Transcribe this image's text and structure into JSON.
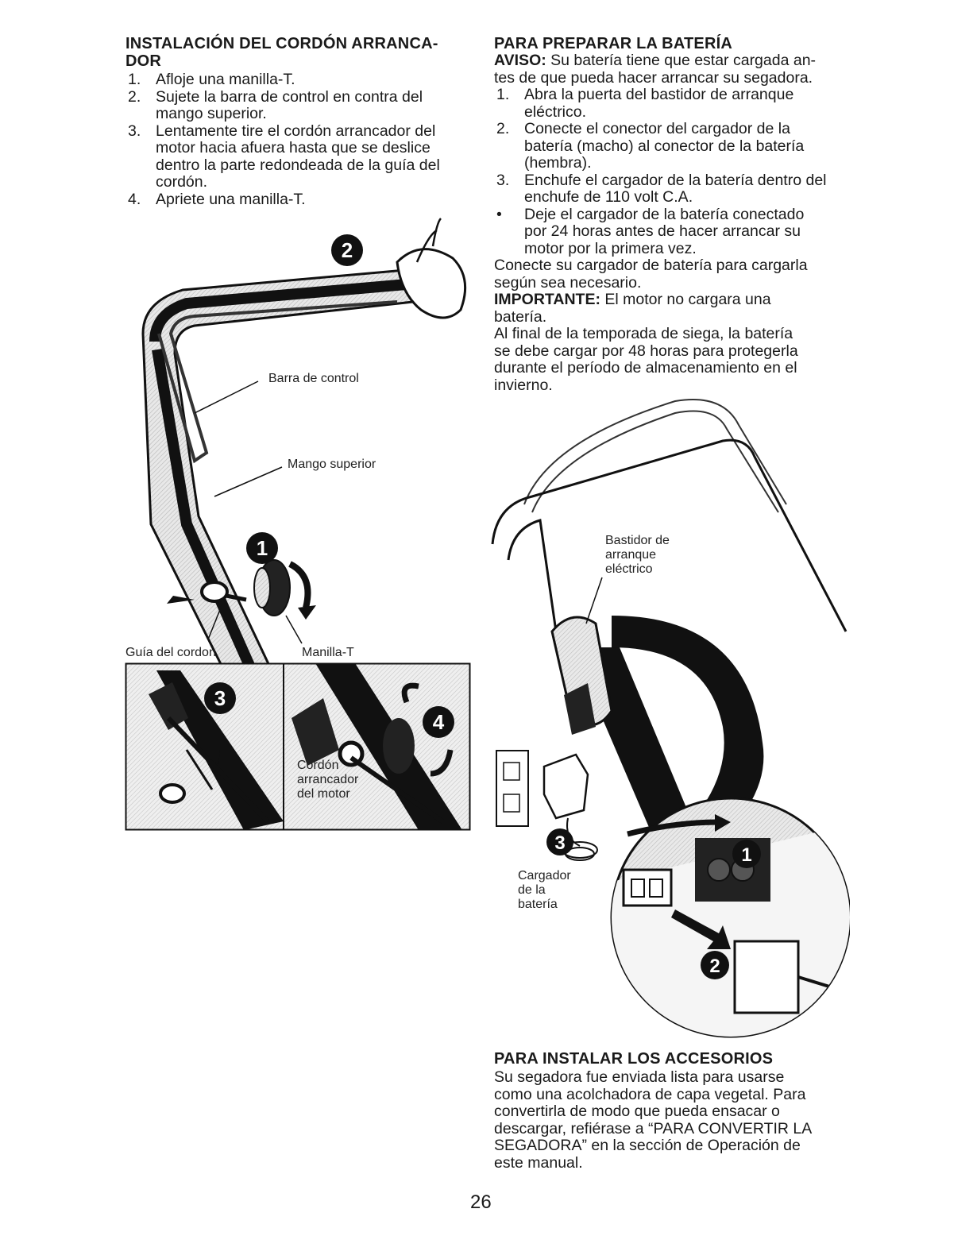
{
  "left": {
    "title": "INSTALACIÓN DEL CORDÓN ARRANCA- DOR",
    "title_line1": "INSTALACIÓN DEL CORDÓN ARRANCA-",
    "title_line2": "DOR",
    "steps": [
      {
        "n": "1.",
        "lines": [
          "Afloje una manilla-T."
        ]
      },
      {
        "n": "2.",
        "lines": [
          "Sujete la barra de control en contra del",
          "mango superior."
        ]
      },
      {
        "n": "3.",
        "lines": [
          "Lentamente tire el cordón arrancador del",
          "motor hacia afuera hasta que se deslice",
          "dentro la parte redondeada de la guía del",
          "cordón."
        ]
      },
      {
        "n": "4.",
        "lines": [
          "Apriete una manilla-T."
        ]
      }
    ],
    "callouts": {
      "control_bar": "Barra de control",
      "upper_handle": "Mango superior",
      "rope_guide": "Guía del cordon",
      "t_knob": "Manilla-T",
      "starter_rope": [
        "Cordón",
        "arrancador",
        "del motor"
      ]
    },
    "badges": {
      "b1": "1",
      "b2": "2",
      "b3": "3",
      "b4": "4"
    }
  },
  "right": {
    "title": "PARA PREPARAR LA BATERÍA",
    "aviso_label": "AVISO:",
    "aviso_text_l1": " Su batería tiene que estar cargada an-",
    "aviso_text_l2": "tes de que pueda hacer arrancar su segadora.",
    "steps": [
      {
        "n": "1.",
        "lines": [
          "Abra la puerta del bastidor de arranque",
          "eléctrico."
        ]
      },
      {
        "n": "2.",
        "lines": [
          "Conecte el conector del cargador de la",
          "batería (macho) al conector de la batería",
          "(hembra)."
        ]
      },
      {
        "n": "3.",
        "lines": [
          "Enchufe el cargador de la batería dentro del",
          "enchufe de 110 volt C.A."
        ]
      },
      {
        "n": "•",
        "lines": [
          "Deje el cargador de la batería conectado",
          "por 24 horas antes de hacer arrancar su",
          "motor por la primera vez."
        ]
      }
    ],
    "connect_l1": "Conecte su cargador de batería para cargarla",
    "connect_l2": "según sea necesario.",
    "important_label": "IMPORTANTE:",
    "important_text_l1": " El motor no cargara una",
    "important_text_l2": "batería.",
    "season_l1": "Al final de la temporada de siega, la batería",
    "season_l2": "se debe cargar por 48 horas para protegerla",
    "season_l3": "durante el período de almacenamiento en el",
    "season_l4": "invierno.",
    "callouts": {
      "frame": [
        "Bastidor de",
        "arranque",
        "eléctrico"
      ],
      "charger": [
        "Cargador",
        "de la",
        "batería"
      ]
    },
    "badges": {
      "b1": "1",
      "b2": "2",
      "b3": "3"
    }
  },
  "accessories": {
    "title": "PARA INSTALAR LOS ACCESORIOS",
    "lines": [
      "Su segadora fue enviada lista para usarse",
      "como una acolchadora de capa vegetal. Para",
      "convertirla de modo que pueda ensacar o",
      "descargar, refiérase a “PARA CONVERTIR LA",
      "SEGADORA” en la sección de Operación de",
      "este manual."
    ]
  },
  "page_number": "26"
}
